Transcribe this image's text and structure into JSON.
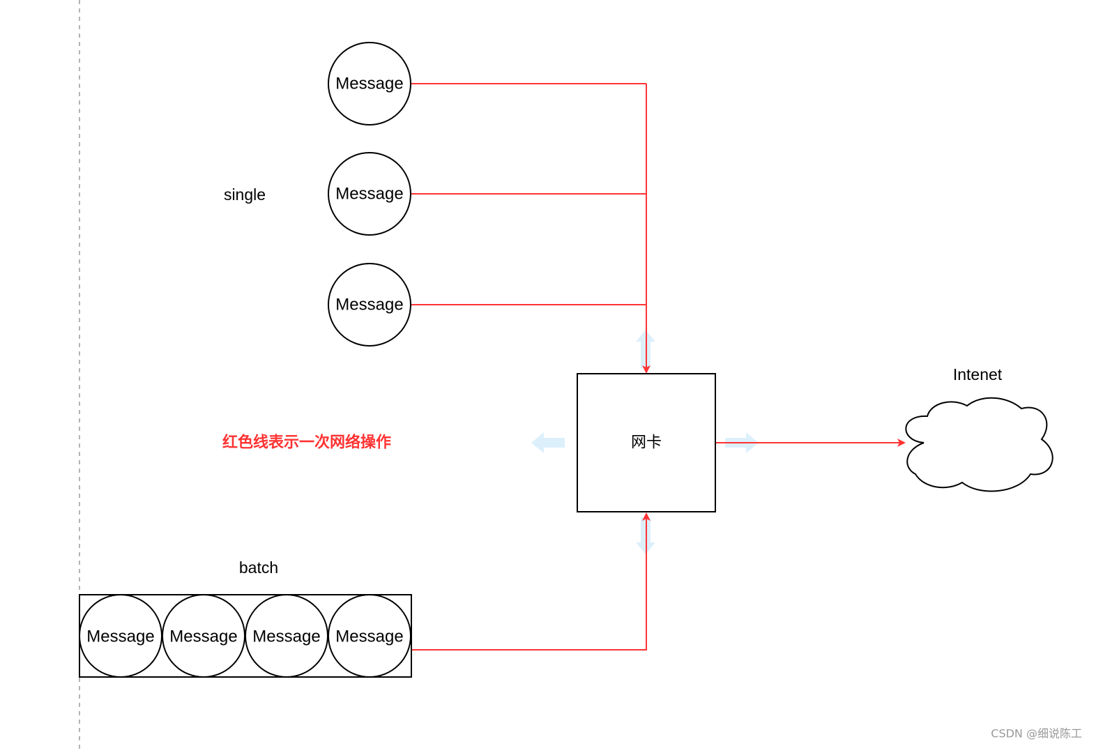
{
  "colors": {
    "connection_line": "#ff3333",
    "legend_text": "#ff3333",
    "guide_line": "#b3b3b3",
    "faint_arrow": "#dcf0fb",
    "watermark": "#999999"
  },
  "single_group": {
    "label": "single",
    "messages": [
      "Message",
      "Message",
      "Message"
    ]
  },
  "batch_group": {
    "label": "batch",
    "messages": [
      "Message",
      "Message",
      "Message",
      "Message"
    ]
  },
  "nic": {
    "label": "网卡"
  },
  "internet": {
    "label": "Intenet",
    "icon": "cloud-icon"
  },
  "legend": {
    "text": "红色线表示一次网络操作"
  },
  "watermark": {
    "text": "CSDN @细说陈工"
  }
}
